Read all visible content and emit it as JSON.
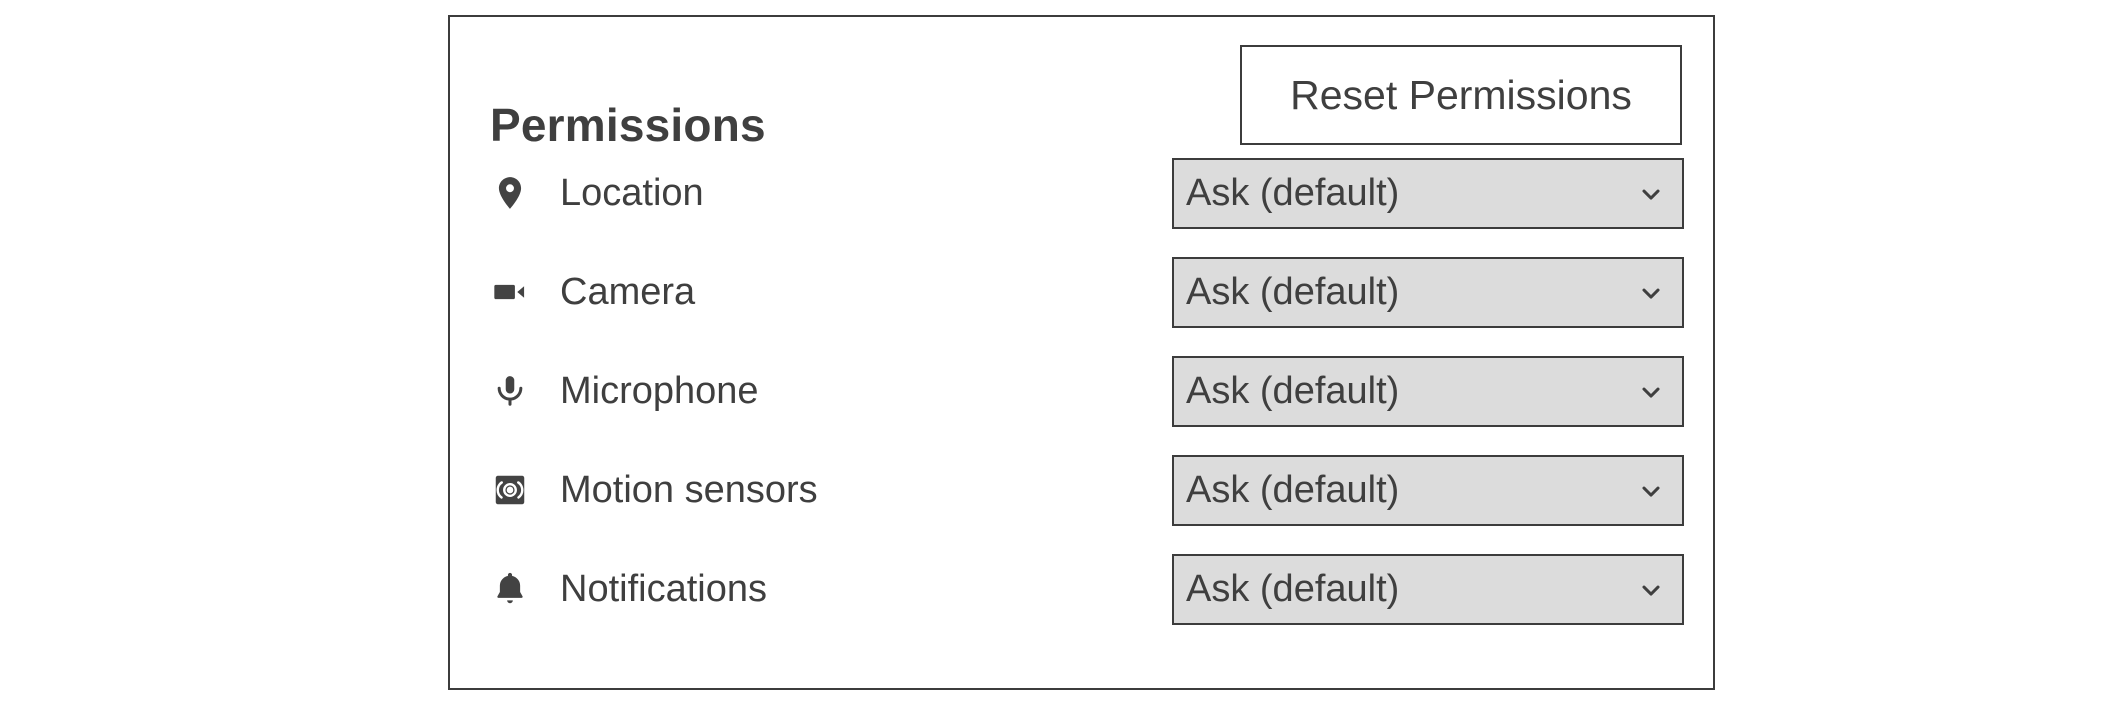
{
  "panel": {
    "title": "Permissions",
    "reset_label": "Reset Permissions",
    "border_color": "#3c3c3c",
    "background": "#ffffff",
    "text_color": "#3f3f3f"
  },
  "select_style": {
    "background": "#dcdcdc",
    "border_color": "#3c3c3c",
    "arrow_icon": "chevron-down-icon"
  },
  "rows": [
    {
      "label": "Location",
      "icon": "location-pin-icon",
      "value": "Ask (default)"
    },
    {
      "label": "Camera",
      "icon": "videocam-icon",
      "value": "Ask (default)"
    },
    {
      "label": "Microphone",
      "icon": "microphone-icon",
      "value": "Ask (default)"
    },
    {
      "label": "Motion sensors",
      "icon": "motion-sensors-icon",
      "value": "Ask (default)"
    },
    {
      "label": "Notifications",
      "icon": "bell-icon",
      "value": "Ask (default)"
    }
  ]
}
